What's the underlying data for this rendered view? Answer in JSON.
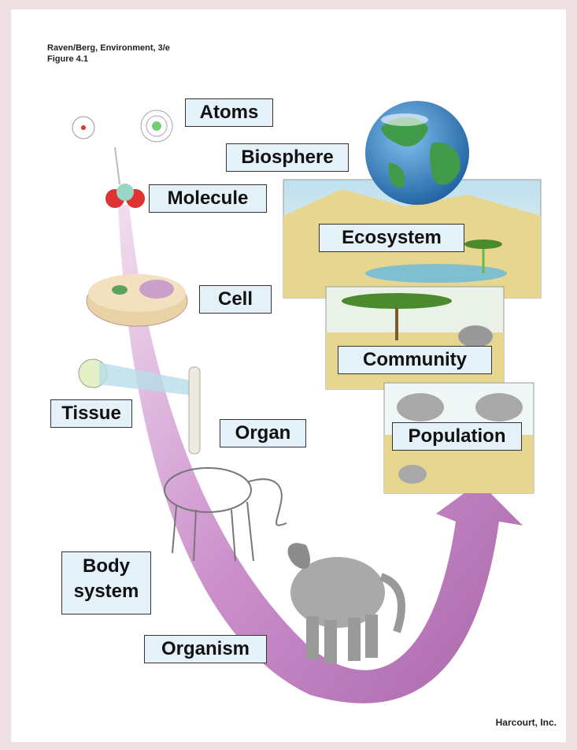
{
  "source": {
    "line1": "Raven/Berg, Environment, 3/e",
    "line2": "Figure 4.1"
  },
  "credit": "Harcourt, Inc.",
  "levels": {
    "atoms": "Atoms",
    "molecule": "Molecule",
    "cell": "Cell",
    "tissue": "Tissue",
    "organ": "Organ",
    "body_system_1": "Body",
    "body_system_2": "system",
    "organism": "Organism",
    "population": "Population",
    "community": "Community",
    "ecosystem": "Ecosystem",
    "biosphere": "Biosphere"
  },
  "colors": {
    "arrow": "#c98ac9",
    "label_bg": "#e4f1f8",
    "page_border": "#efe0e4",
    "savanna": "#e7d690",
    "sky": "#cfe8f2",
    "ocean": "#3a7fc2",
    "land": "#3f9a4a"
  }
}
